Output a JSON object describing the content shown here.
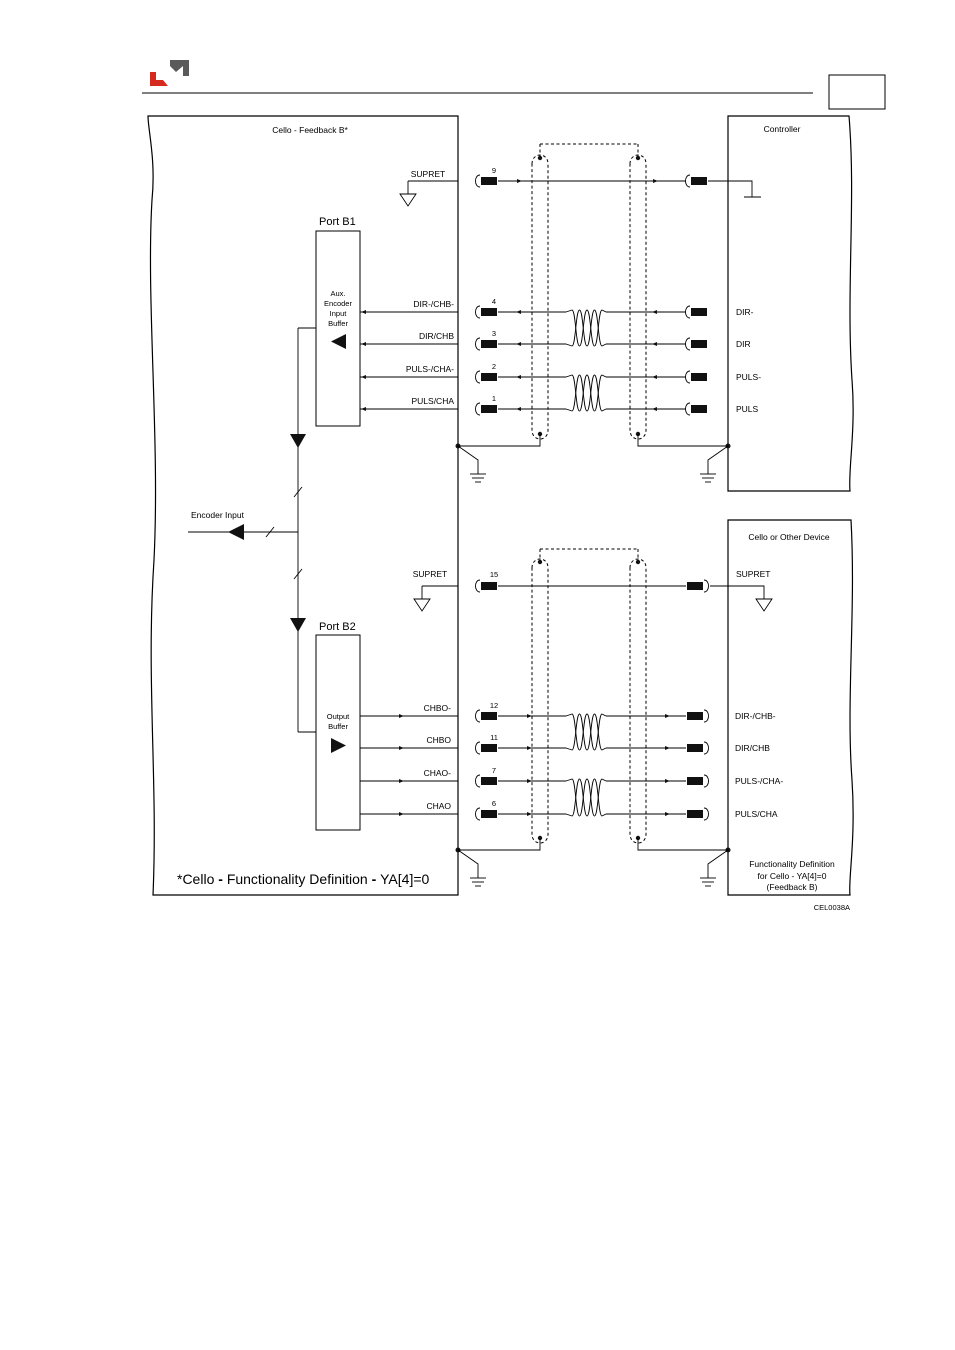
{
  "header": {
    "logo": "elmo-logo",
    "page_box_label": ""
  },
  "colors": {
    "logo_red": "#d52b1e",
    "logo_gray": "#5a5a5a",
    "ink": "#000000"
  },
  "left_block": {
    "title": "Cello - Feedback B*",
    "port_b1": {
      "label": "Port B1",
      "buffer_lines": [
        "Aux.",
        "Encoder",
        "Input",
        "Buffer"
      ]
    },
    "port_b2": {
      "label": "Port B2",
      "buffer_lines": [
        "Output",
        "Buffer"
      ]
    },
    "encoder_input": "Encoder Input",
    "footer_note_parts": [
      "*Cello ",
      "- ",
      "Functionality Definition ",
      "- ",
      "YA[4]=0"
    ]
  },
  "controller": {
    "title": "Controller",
    "signals": [
      {
        "pin": "9",
        "left": "SUPRET",
        "right": ""
      },
      {
        "pin": "4",
        "left": "DIR-/CHB-",
        "right": "DIR-"
      },
      {
        "pin": "3",
        "left": "DIR/CHB",
        "right": "DIR"
      },
      {
        "pin": "2",
        "left": "PULS-/CHA-",
        "right": "PULS-"
      },
      {
        "pin": "1",
        "left": "PULS/CHA",
        "right": "PULS"
      }
    ]
  },
  "device": {
    "title": "Cello or Other Device",
    "signals": [
      {
        "pin": "15",
        "left": "SUPRET",
        "right": "SUPRET"
      },
      {
        "pin": "12",
        "left": "CHBO-",
        "right": "DIR-/CHB-"
      },
      {
        "pin": "11",
        "left": "CHBO",
        "right": "DIR/CHB"
      },
      {
        "pin": "7",
        "left": "CHAO-",
        "right": "PULS-/CHA-"
      },
      {
        "pin": "6",
        "left": "CHAO",
        "right": "PULS/CHA"
      }
    ],
    "footer_lines": [
      "Functionality Definition",
      "for Cello - YA[4]=0",
      "(Feedback B)"
    ]
  },
  "figure_code": "CEL0038A"
}
